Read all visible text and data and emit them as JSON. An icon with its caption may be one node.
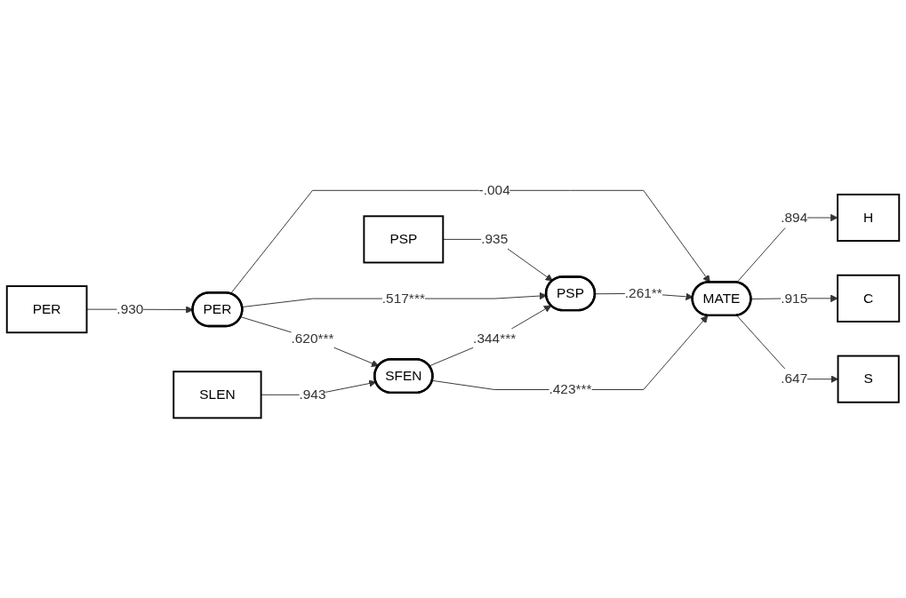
{
  "diagram": {
    "nodes": [
      {
        "text": [
          "PSP"
        ]
      },
      {
        "text": [
          "PSP"
        ]
      },
      {
        "text": [
          "H"
        ]
      },
      {
        "text": [
          "PER"
        ]
      },
      {
        "text": [
          "PER"
        ]
      },
      {
        "text": [
          "MATE"
        ]
      },
      {
        "text": [
          "C"
        ]
      },
      {
        "text": [
          "S"
        ]
      },
      {
        "text": [
          "SFEN"
        ]
      },
      {
        "text": [
          "SLEN"
        ]
      }
    ],
    "edges": [
      {
        "from": 0,
        "to": 1,
        "arrow": "to",
        "label": ".935"
      },
      {
        "from": 3,
        "to": 4,
        "arrow": "to",
        "label": ".930"
      },
      {
        "from": 4,
        "to": 1,
        "arrow": "to",
        "label": ".517***"
      },
      {
        "from": 4,
        "to": 5,
        "arrow": "to",
        "label": "-.004"
      },
      {
        "from": 4,
        "to": 8,
        "arrow": "to",
        "label": ".620***"
      },
      {
        "from": 8,
        "to": 1,
        "arrow": "to",
        "label": ".344***"
      },
      {
        "from": 1,
        "to": 5,
        "arrow": "to",
        "label": ".261**"
      },
      {
        "from": 8,
        "to": 5,
        "arrow": "to",
        "label": ".423***"
      },
      {
        "from": 5,
        "to": 2,
        "arrow": "to",
        "label": ".894"
      },
      {
        "from": 5,
        "to": 6,
        "arrow": "to",
        "label": ".915"
      },
      {
        "from": 5,
        "to": 7,
        "arrow": "to",
        "label": ".647"
      },
      {
        "from": 9,
        "to": 8,
        "arrow": "to",
        "label": ".943"
      }
    ]
  }
}
